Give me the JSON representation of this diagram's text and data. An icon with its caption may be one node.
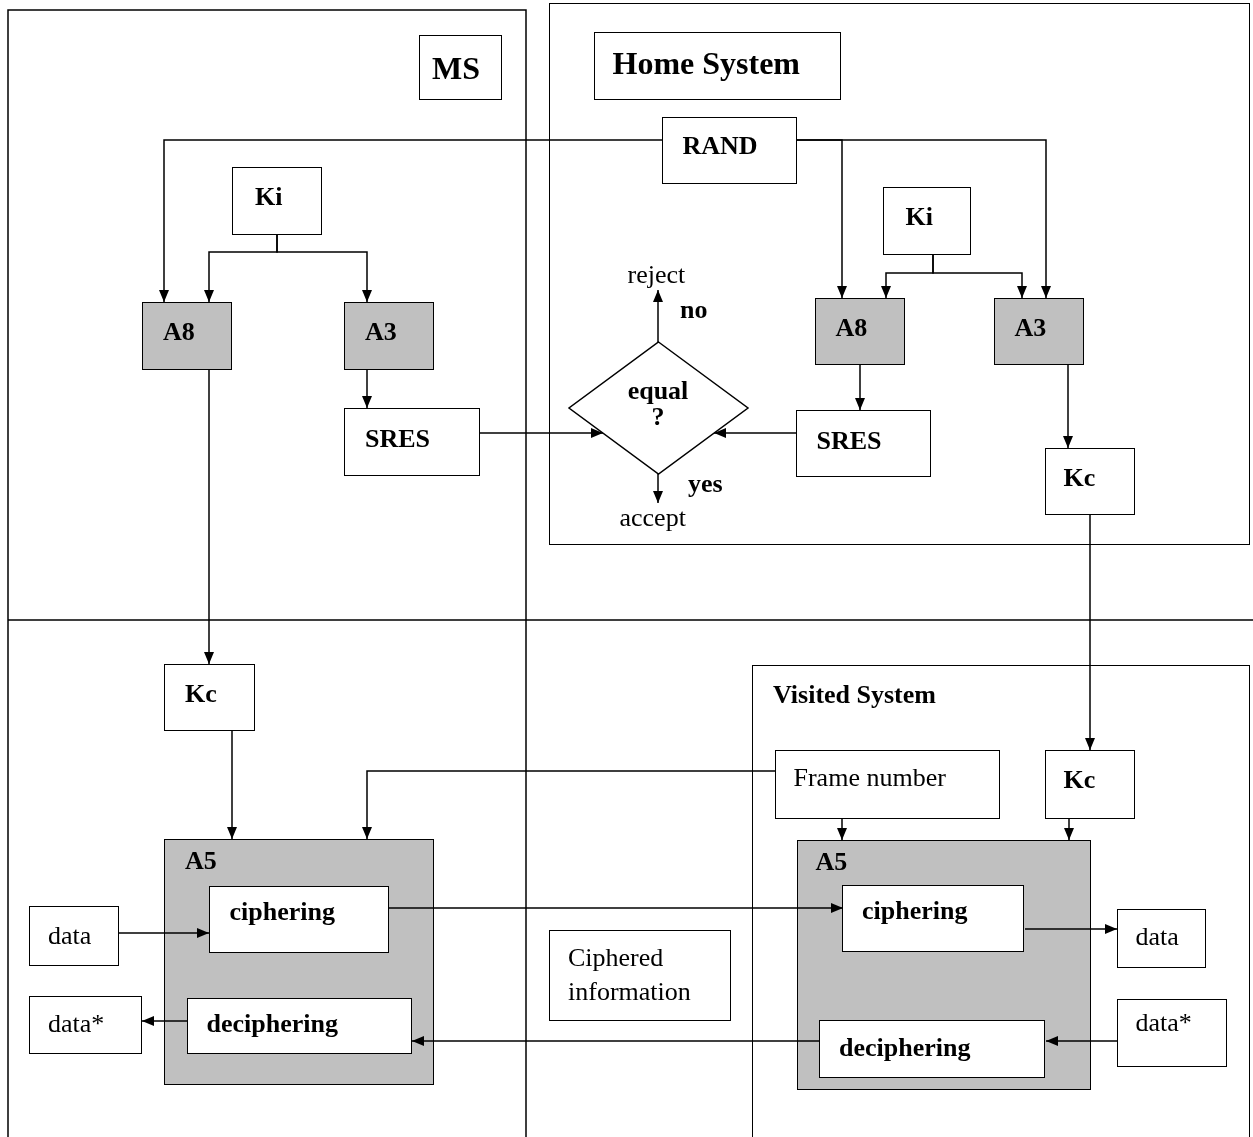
{
  "diagram": {
    "nodes": [
      {
        "text": [
          "MS"
        ]
      },
      {
        "text": [],
        "shape": "box"
      },
      {
        "text": [
          "Home System"
        ],
        "in": 1
      },
      {
        "text": [
          "RAND"
        ],
        "in": 1
      },
      {
        "text": [
          "Ki"
        ]
      },
      {
        "text": [
          "A8"
        ]
      },
      {
        "text": [
          "A3"
        ]
      },
      {
        "text": [
          "SRES"
        ]
      },
      {
        "text": [
          "equal ?"
        ],
        "in": 1
      },
      {
        "text": [
          "Ki"
        ],
        "in": 1
      },
      {
        "text": [
          "A8"
        ],
        "in": 1
      },
      {
        "text": [
          "A3"
        ],
        "in": 1
      },
      {
        "text": [
          "SRES"
        ],
        "in": 1
      },
      {
        "text": [
          "Kc"
        ],
        "in": 1
      },
      {
        "text": [
          "reject"
        ],
        "in": 1
      },
      {
        "text": [
          "accept"
        ],
        "in": 1
      },
      {
        "text": [
          "Kc"
        ]
      },
      {
        "text": [
          "Visited System"
        ]
      },
      {
        "text": [
          "Frame number"
        ],
        "in": 17
      },
      {
        "text": [
          "Kc"
        ],
        "in": 17
      },
      {
        "text": [
          "A5"
        ]
      },
      {
        "text": [
          "ciphering"
        ],
        "in": 20
      },
      {
        "text": [
          "deciphering"
        ],
        "in": 20
      },
      {
        "text": [
          "data"
        ]
      },
      {
        "text": [
          "data*"
        ]
      },
      {
        "text": [
          "A5"
        ],
        "in": 17
      },
      {
        "text": [
          "ciphering"
        ],
        "in": 25
      },
      {
        "text": [
          "deciphering"
        ],
        "in": 25
      },
      {
        "text": [
          "data"
        ],
        "in": 17
      },
      {
        "text": [
          "data*"
        ],
        "in": 17
      },
      {
        "text": [
          "Ciphered information"
        ]
      }
    ],
    "edges": [
      {
        "from": 3,
        "to": 5,
        "arrow": "to"
      },
      {
        "from": 3,
        "to": 10,
        "arrow": "to"
      },
      {
        "from": 3,
        "to": 11,
        "arrow": "to"
      },
      {
        "from": 4,
        "to": 5,
        "arrow": "to"
      },
      {
        "from": 4,
        "to": 6,
        "arrow": "to"
      },
      {
        "from": 9,
        "to": 10,
        "arrow": "to"
      },
      {
        "from": 9,
        "to": 11,
        "arrow": "to"
      },
      {
        "from": 6,
        "to": 7,
        "arrow": "to"
      },
      {
        "from": 7,
        "to": 8,
        "arrow": "to"
      },
      {
        "from": 10,
        "to": 12,
        "arrow": "to"
      },
      {
        "from": 12,
        "to": 8,
        "arrow": "to"
      },
      {
        "from": 8,
        "to": 14,
        "arrow": "to",
        "label": "no"
      },
      {
        "from": 8,
        "to": 15,
        "arrow": "to",
        "label": "yes"
      },
      {
        "from": 11,
        "to": 13,
        "arrow": "to"
      },
      {
        "from": 5,
        "to": 16,
        "arrow": "to"
      },
      {
        "from": 13,
        "to": 19,
        "arrow": "to"
      },
      {
        "from": 16,
        "to": 20,
        "arrow": "to"
      },
      {
        "from": 18,
        "to": 20,
        "arrow": "to"
      },
      {
        "from": 18,
        "to": 25,
        "arrow": "to"
      },
      {
        "from": 19,
        "to": 25,
        "arrow": "to"
      },
      {
        "from": 23,
        "to": 21,
        "arrow": "to"
      },
      {
        "from": 21,
        "to": 26,
        "arrow": "to"
      },
      {
        "from": 26,
        "to": 28,
        "arrow": "to"
      },
      {
        "from": 22,
        "to": 24,
        "arrow": "to"
      },
      {
        "from": 27,
        "to": 22,
        "arrow": "to"
      },
      {
        "from": 29,
        "to": 27,
        "arrow": "to"
      }
    ]
  }
}
